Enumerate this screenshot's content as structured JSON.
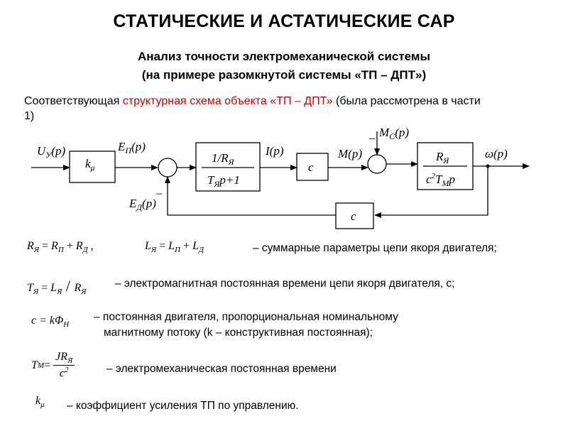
{
  "title": "СТАТИЧЕСКИЕ И АСТАТИЧЕСКИЕ САР",
  "subtitle_line1": "Анализ точности электромеханической системы",
  "subtitle_line2": "(на примере разомкнутой системы «ТП – ДПТ»)",
  "intro": {
    "part1": "Соответствующая ",
    "part_red": "структурная схема объекта «ТП – ДПТ»",
    "part2": " (была рассмотрена в части 1)"
  },
  "colors": {
    "highlight": "#cc0000",
    "line": "#000000"
  },
  "diagram": {
    "input_signal": "U",
    "input_sub": "У",
    "input_arg": "(p)",
    "block_k_main": "k",
    "block_k_sub": "μ",
    "e_p_main": "E",
    "e_p_sub": "П",
    "e_p_arg": "(p)",
    "block_armature_num": "1/R",
    "block_armature_num_sub": "Я",
    "block_armature_den_main": "T",
    "block_armature_den_sub": "Я",
    "block_armature_den_rest": "p+1",
    "current_label": "I(p)",
    "block_c1": "c",
    "torque_label": "M(p)",
    "load_torque_main": "M",
    "load_torque_sub": "С",
    "load_torque_arg": "(p)",
    "block_mech_num": "R",
    "block_mech_num_sub": "Я",
    "block_mech_den_a": "c",
    "block_mech_den_sup": "2",
    "block_mech_den_b": "T",
    "block_mech_den_sub": "M",
    "block_mech_den_c": "p",
    "output_label": "ω(p)",
    "e_d_main": "E",
    "e_d_sub": "Д",
    "e_d_arg": "(p)",
    "block_c2": "c",
    "minus_sign": "–",
    "minus_sign_load": "_"
  },
  "formulas": {
    "f1": {
      "r_sum": "R",
      "r_sum_sub": "Я",
      "eq": " = ",
      "r_p": "R",
      "r_p_sub": "П",
      "plus": " + ",
      "r_d": "R",
      "r_d_sub": "Д",
      "comma": " ,",
      "l_sum": "L",
      "l_sum_sub": "Я",
      "l_p": "L",
      "l_p_sub": "П",
      "l_d": "L",
      "l_d_sub": "Д",
      "desc": "– суммарные параметры цепи якоря двигателя;"
    },
    "f2": {
      "t": "T",
      "t_sub": "Я",
      "eq": " = ",
      "l": "L",
      "l_sub": "Я",
      "slash": " / ",
      "r": "R",
      "r_sub": "Я",
      "desc": "– электромагнитная постоянная времени цепи якоря двигателя, с;"
    },
    "f3": {
      "lhs": "c = kΦ",
      "lhs_sub": "Н",
      "desc_line1": "– постоянная двигателя, пропорциональная номинальному",
      "desc_line2": "магнитному потоку (k – конструктивная постоянная);"
    },
    "f4": {
      "t": "T",
      "t_sub": "M",
      "eq": " = ",
      "num": "JR",
      "num_sub": "Я",
      "den": "c",
      "den_sup": "2",
      "desc": "– электромеханическая постоянная времени"
    },
    "f5": {
      "k": "k",
      "k_sub": "μ",
      "desc": "– коэффициент усиления ТП по управлению."
    }
  }
}
